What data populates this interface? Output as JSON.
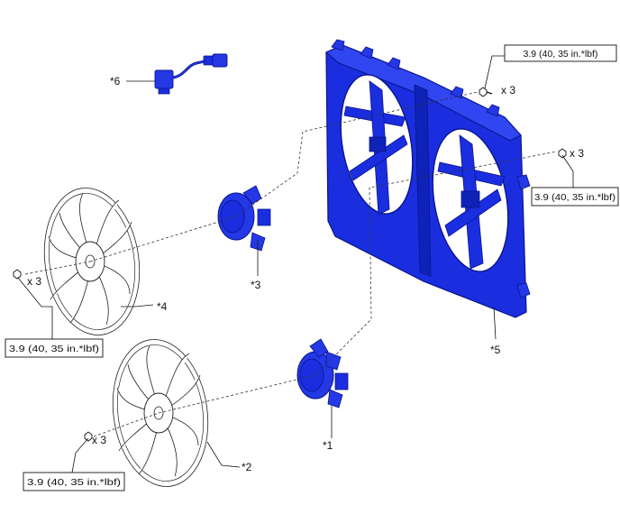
{
  "colors": {
    "shroud_blue": "#1a2ee0",
    "shroud_dark": "#0a148a",
    "motor_blue": "#2438e6",
    "line": "#111111"
  },
  "torque": {
    "top_right": "3.9 (40, 35 in.*lbf)",
    "mid_right": "3.9 (40, 35 in.*lbf)",
    "left": "3.9 (40, 35 in.*lbf)",
    "bottom_left": "3.9 (40, 35 in.*lbf)"
  },
  "qty": {
    "top_right": "x 3",
    "mid_right": "x 3",
    "left": "x 3",
    "bottom_left": "x 3"
  },
  "parts": {
    "p1": "*1",
    "p2": "*2",
    "p3": "*3",
    "p4": "*4",
    "p5": "*5",
    "p6": "*6"
  }
}
